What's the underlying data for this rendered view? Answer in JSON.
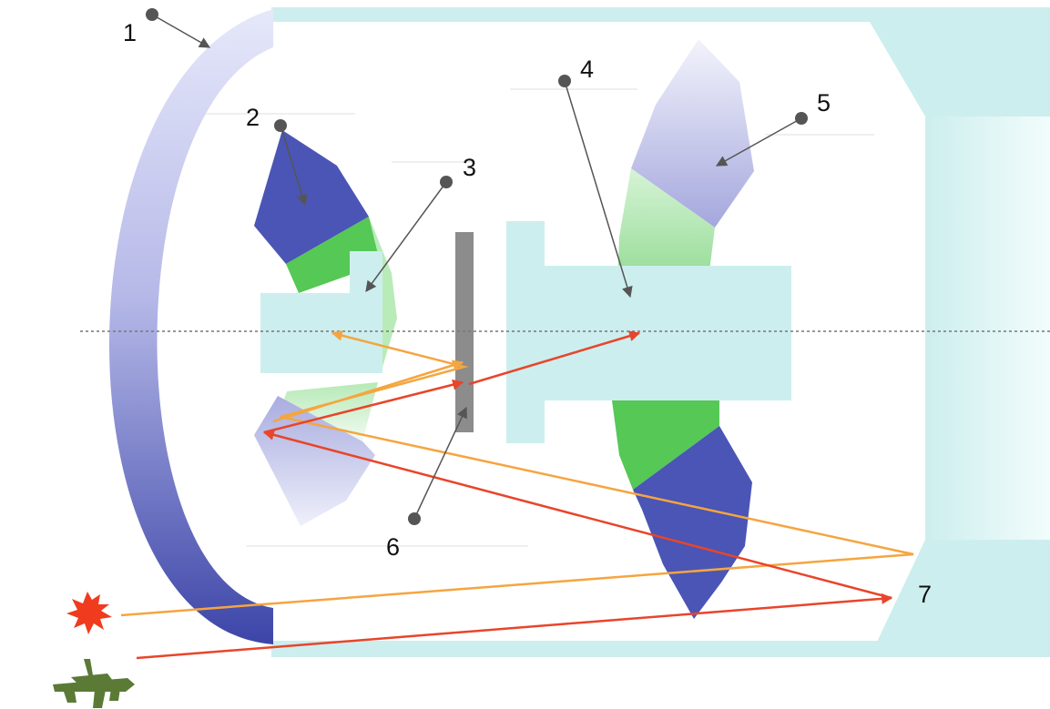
{
  "labels": {
    "l1": "1",
    "l2": "2",
    "l3": "3",
    "l4": "4",
    "l5": "5",
    "l6": "6",
    "l7": "7"
  },
  "colors": {
    "housing": "#cdeeee",
    "lens_blue": "#4a55b5",
    "lens_light": "#c9c9ec",
    "lens_green": "#55c855",
    "plate": "#8c8c8c",
    "ray_red": "#e8452a",
    "ray_orange": "#f5a540",
    "pointer": "#555555",
    "dot": "#555555"
  },
  "icons": {
    "source_flash": "starburst-icon",
    "source_aircraft": "aircraft-icon"
  }
}
